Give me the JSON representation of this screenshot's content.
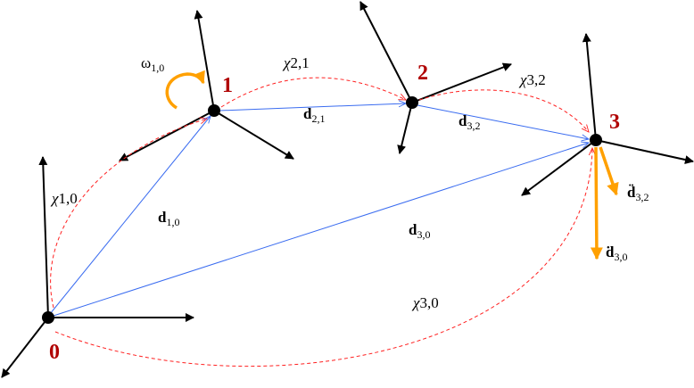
{
  "nodes": [
    {
      "id": "0",
      "label": "0"
    },
    {
      "id": "1",
      "label": "1"
    },
    {
      "id": "2",
      "label": "2"
    },
    {
      "id": "3",
      "label": "3"
    }
  ],
  "labels": {
    "chi10": {
      "main": "χ",
      "sub": "1,0"
    },
    "chi21": {
      "main": "χ",
      "sub": "2,1"
    },
    "chi32": {
      "main": "χ",
      "sub": "3,2"
    },
    "chi30": {
      "main": "χ",
      "sub": "3,0"
    },
    "d10": {
      "main": "d",
      "sub": "1,0"
    },
    "d21": {
      "main": "d",
      "sub": "2,1"
    },
    "d32": {
      "main": "d",
      "sub": "3,2"
    },
    "d30": {
      "main": "d",
      "sub": "3,0"
    },
    "omega10": {
      "main": "ω",
      "sub": "1,0"
    },
    "ddot_d32": {
      "main": "d̈",
      "sub": "3,2"
    },
    "dot_d30": {
      "main": "ḋ",
      "sub": "3,0"
    }
  },
  "colors": {
    "frame": "#000000",
    "transform": "#ff2020",
    "vector": "#3a6cf0",
    "motion": "#ffa000",
    "node_label": "#b00000"
  }
}
